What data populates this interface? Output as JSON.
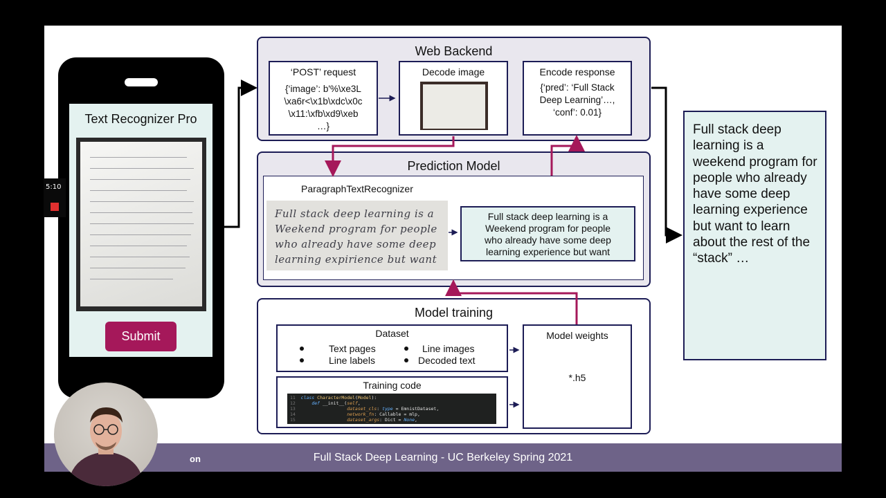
{
  "recording": {
    "time": "5:10"
  },
  "phone": {
    "app_title": "Text Recognizer Pro",
    "submit_label": "Submit"
  },
  "web_backend": {
    "title": "Web Backend",
    "post_request": {
      "title": "‘POST’ request",
      "lines": [
        "{‘image’:  b'%\\xe3L",
        "\\xa6r<\\x1b\\xdc\\x0c",
        "\\x11:\\xfb\\xd9\\xeb",
        "…}"
      ]
    },
    "decode_image": {
      "title": "Decode image"
    },
    "encode_response": {
      "title": "Encode response",
      "lines": [
        "{‘pred’:  ‘Full Stack",
        "Deep Learning’…,",
        "‘conf’: 0.01}"
      ]
    }
  },
  "prediction_model": {
    "title": "Prediction Model",
    "recognizer_label": "ParagraphTextRecognizer",
    "handwriting_lines": [
      "Full stack deep learning is a",
      "Weekend program for people",
      "who already have some deep",
      "learning expirience but want"
    ],
    "result_lines": [
      "Full stack deep learning is a",
      "Weekend program for people",
      "who already have some deep",
      "learning experience but want"
    ]
  },
  "model_training": {
    "title": "Model training",
    "dataset": {
      "title": "Dataset",
      "items": [
        "Text pages",
        "Line images",
        "Line labels",
        "Decoded text"
      ]
    },
    "training_code": {
      "title": "Training code",
      "code_lines": [
        {
          "n": "11",
          "text": "class CharacterModel(Model):"
        },
        {
          "n": "12",
          "text": "    def __init__(self,"
        },
        {
          "n": "13",
          "text": "                 dataset_cls: type = EmnistDataset,"
        },
        {
          "n": "14",
          "text": "                 network_fn: Callable = mlp,"
        },
        {
          "n": "15",
          "text": "                 dataset_args: Dict = None,"
        }
      ]
    },
    "model_weights": {
      "title": "Model weights",
      "file": "*.h5"
    }
  },
  "output_text": "Full stack deep learning is a weekend program for people who already have some deep learning experience but want to learn about the rest of the “stack” …",
  "footer": {
    "text": "Full Stack Deep Learning - UC Berkeley Spring 2021",
    "left_fragment": "on"
  },
  "colors": {
    "accent": "#a5185a",
    "border": "#1c1c55",
    "footer": "#6e6388",
    "panel": "#e4f2f0"
  }
}
